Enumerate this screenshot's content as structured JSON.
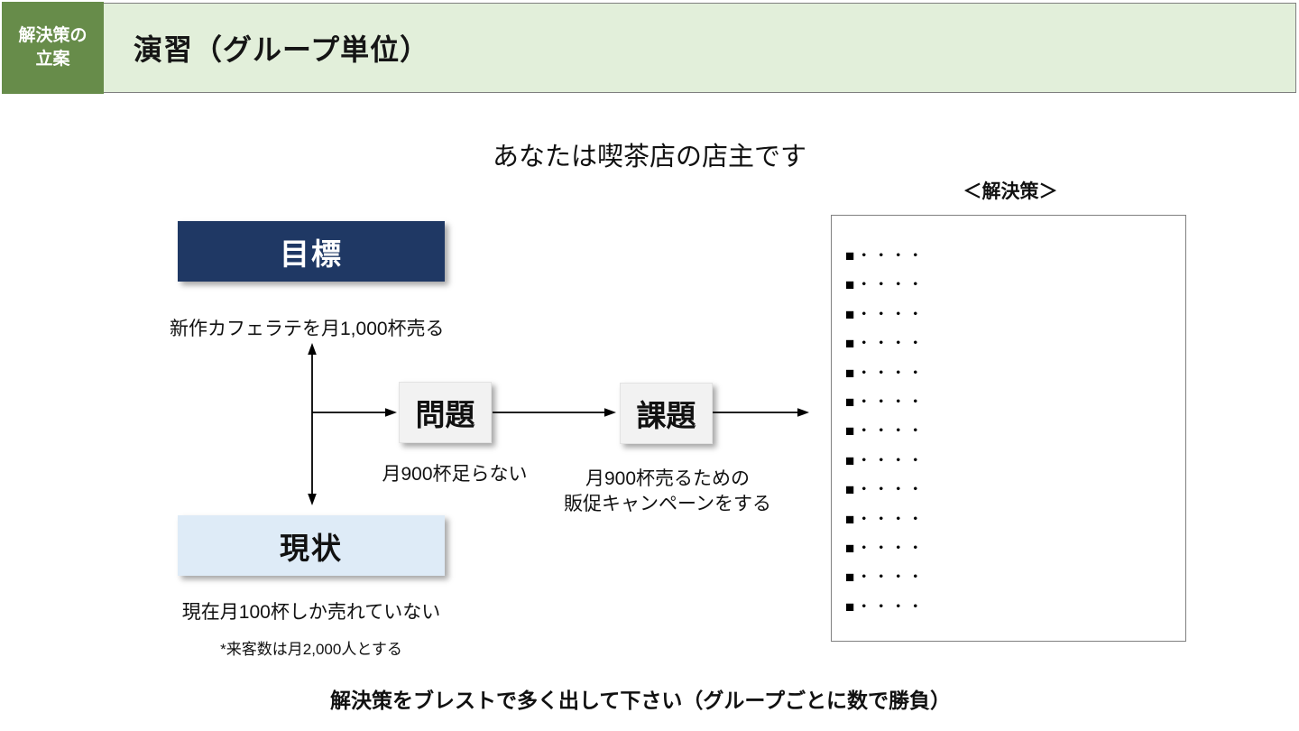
{
  "slide": {
    "header": {
      "tab_line1": "解決策の",
      "tab_line2": "立案",
      "title": "演習（グループ単位）"
    },
    "title": "あなたは喫茶店の店主です",
    "goal": {
      "label": "目標",
      "desc": "新作カフェラテを月1,000杯売る"
    },
    "current": {
      "label": "現状",
      "desc": "現在月100杯しか売れていない",
      "note": "*来客数は月2,000人とする"
    },
    "problem": {
      "label": "問題",
      "desc": "月900杯足らない"
    },
    "issue": {
      "label": "課題",
      "desc_line1": "月900杯売るための",
      "desc_line2": "販促キャンペーンをする"
    },
    "solutions": {
      "heading": "＜解決策＞",
      "bullet": "■・・・・",
      "count": 13
    },
    "footer": "解決策をブレストで多く出して下さい（グループごとに数で勝負）",
    "colors": {
      "tab_green": "#678C4A",
      "bar_green": "#E2EFDA",
      "bar_border": "#7F7F7F",
      "goal_navy": "#1F3864",
      "current_blue": "#DEEBF7",
      "gray_box": "#F2F2F2",
      "solutions_border": "#808080",
      "arrow": "#000000"
    }
  }
}
